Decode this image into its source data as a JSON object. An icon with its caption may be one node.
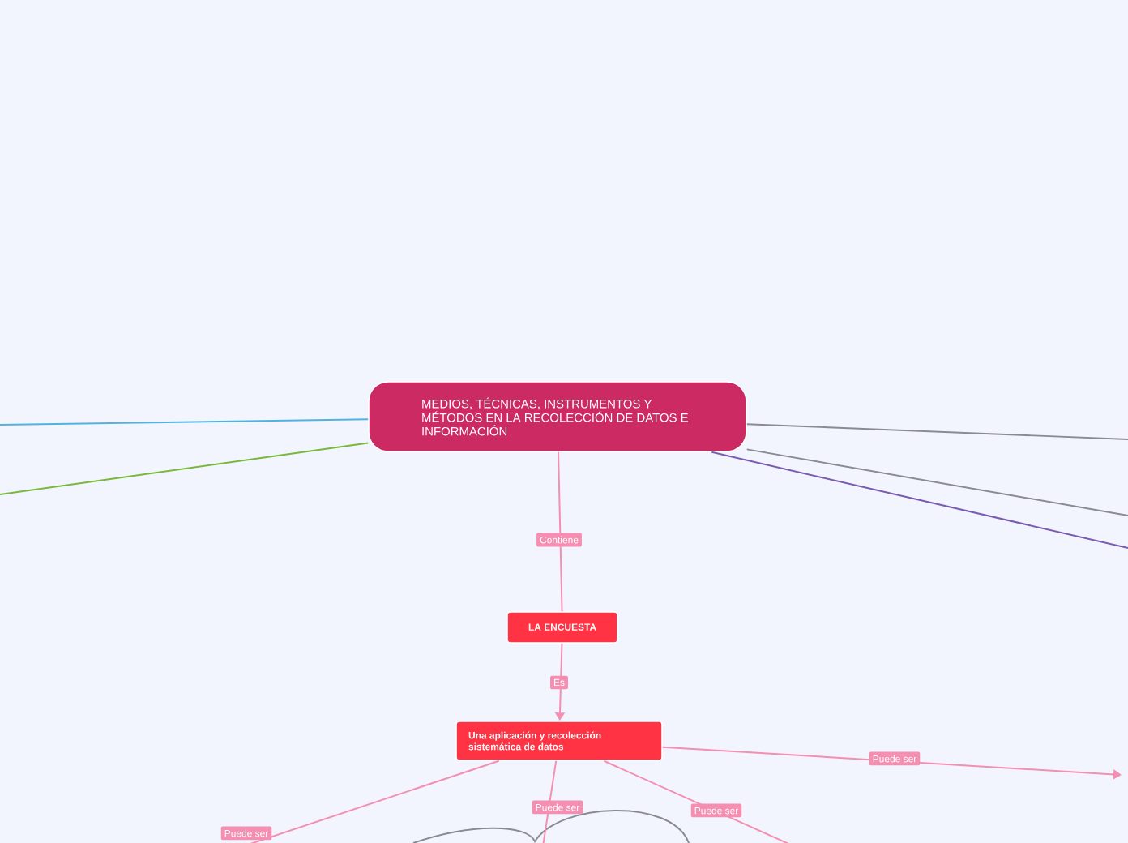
{
  "diagram": {
    "nodes": [
      {
        "text": [
          "MEDIOS, TÉCNICAS, INSTRUMENTOS Y MÉTODOS EN LA RECOLECCIÓN DE DATOS E INFORMACIÓN"
        ]
      },
      {
        "text": [
          "LA ENCUESTA"
        ]
      },
      {
        "text": [
          "Una aplicación y recolección sistemática de datos"
        ]
      }
    ],
    "edges": [
      {
        "from": 0,
        "to": null,
        "arrow": "none",
        "color": "#4fb3e0"
      },
      {
        "from": 0,
        "to": null,
        "arrow": "none",
        "color": "#7ab83a"
      },
      {
        "from": 0,
        "to": null,
        "arrow": "none",
        "color": "#8a8a94"
      },
      {
        "from": 0,
        "to": null,
        "arrow": "none",
        "color": "#8a8a94"
      },
      {
        "from": 0,
        "to": null,
        "arrow": "none",
        "color": "#7b5bb0"
      },
      {
        "from": 0,
        "to": 1,
        "arrow": "none",
        "label": "Contiene"
      },
      {
        "from": 1,
        "to": 2,
        "arrow": "to",
        "label": "Es"
      },
      {
        "from": 2,
        "to": null,
        "arrow": "to",
        "label": "Puede ser"
      },
      {
        "from": 2,
        "to": null,
        "arrow": "none",
        "label": "Puede ser"
      },
      {
        "from": 2,
        "to": null,
        "arrow": "none",
        "label": "Puede ser"
      },
      {
        "from": 2,
        "to": null,
        "arrow": "none",
        "label": "Puede ser"
      }
    ]
  }
}
